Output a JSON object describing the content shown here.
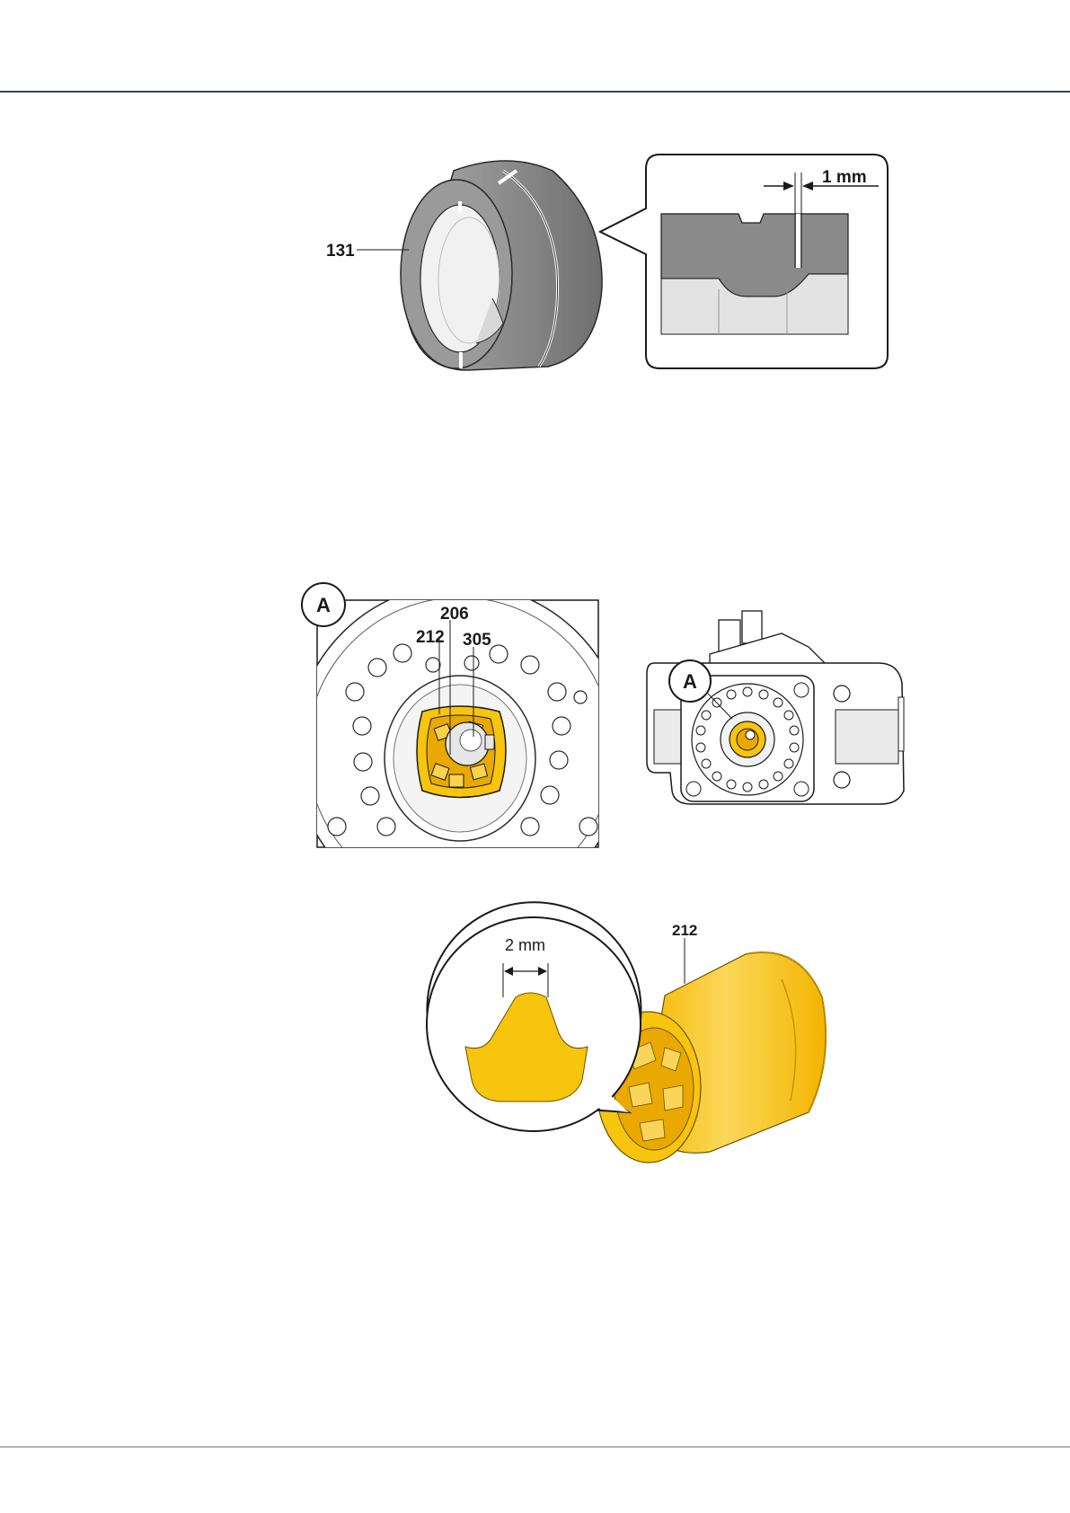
{
  "figure1": {
    "part_label": "131",
    "gap_label": "1 mm"
  },
  "figure2": {
    "detail_view_label": "A",
    "overview_view_label": "A",
    "callout_206": "206",
    "callout_212": "212",
    "callout_305": "305"
  },
  "figure3": {
    "part_label": "212",
    "gap_label": "2 mm"
  },
  "colors": {
    "rule": "#35475a",
    "bushing_yellow": "#f7c40e",
    "ring_grey": "#8a8a8a"
  }
}
